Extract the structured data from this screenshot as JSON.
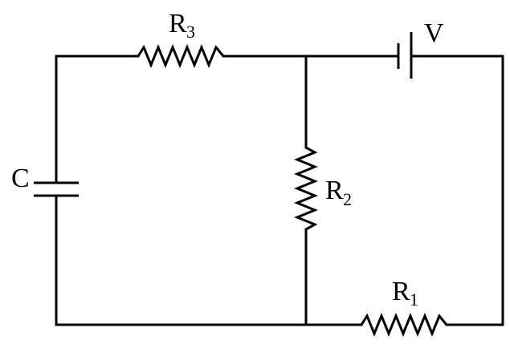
{
  "components": {
    "capacitor": {
      "symbol": "C"
    },
    "battery": {
      "symbol": "V"
    },
    "resistor_1": {
      "symbol": "R",
      "subscript": "1"
    },
    "resistor_2": {
      "symbol": "R",
      "subscript": "2"
    },
    "resistor_3": {
      "symbol": "R",
      "subscript": "3"
    }
  },
  "colors": {
    "line": "#000000",
    "background": "#ffffff"
  }
}
